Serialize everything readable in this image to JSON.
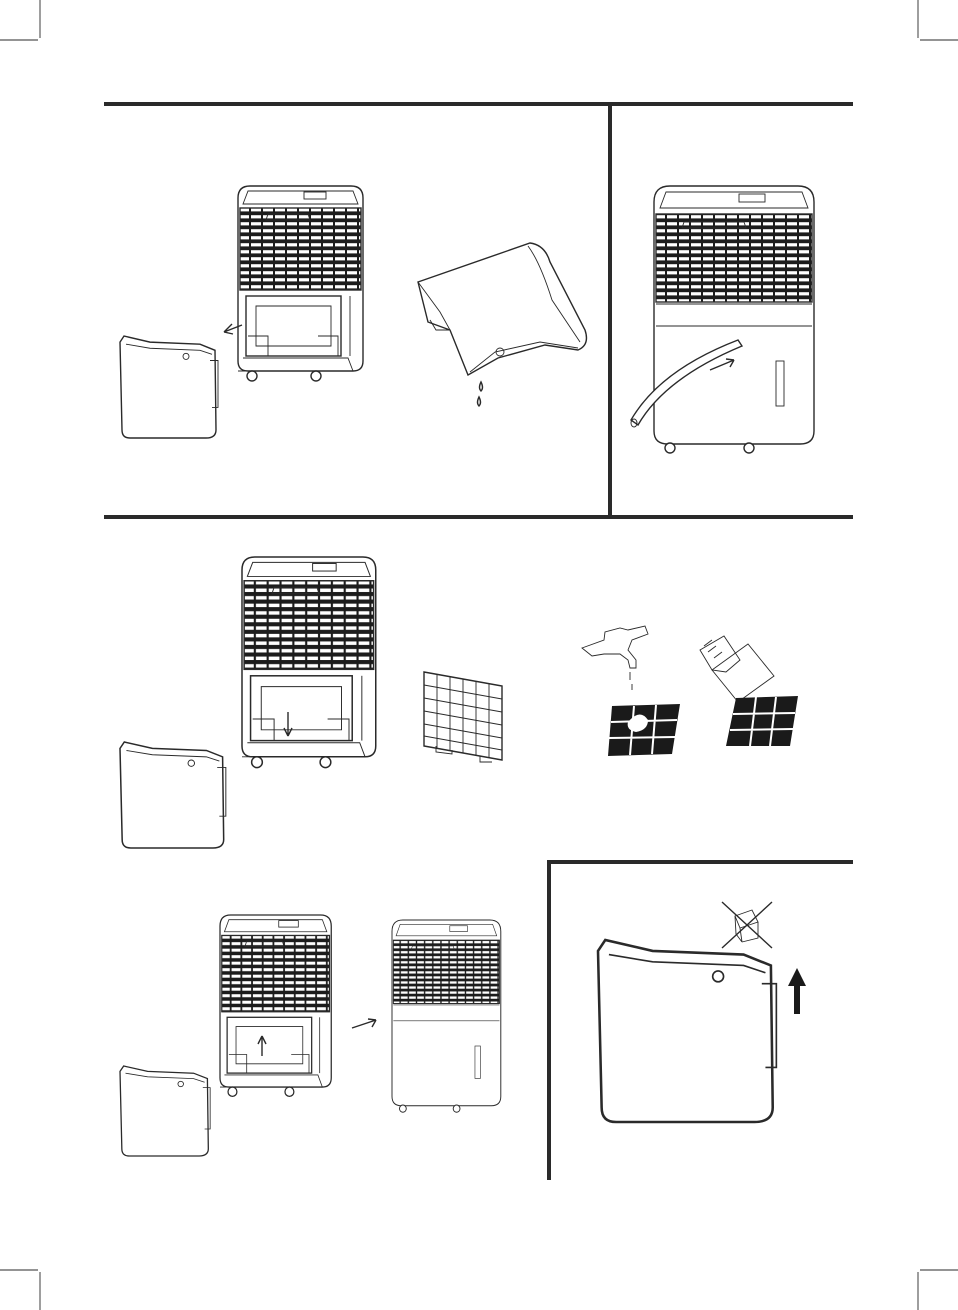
{
  "colors": {
    "ink": "#2a2a2a",
    "paper": "#ffffff",
    "fill_dark": "#1a1a1a"
  },
  "panels": [
    {
      "id": "empty-tank",
      "icons": [
        "dehumidifier-open-icon",
        "water-tank-icon",
        "tank-cover-drip-icon",
        "insert-arrow-icon"
      ]
    },
    {
      "id": "continuous-drain",
      "icons": [
        "dehumidifier-closed-icon",
        "drain-hose-icon",
        "arrow-icon"
      ]
    },
    {
      "id": "remove-filter",
      "icons": [
        "dehumidifier-open-icon",
        "water-tank-icon",
        "air-filter-icon",
        "down-arrow-icon"
      ]
    },
    {
      "id": "clean-filter",
      "icons": [
        "faucet-icon",
        "filter-wash-icon",
        "cloth-icon",
        "filter-dry-icon"
      ]
    },
    {
      "id": "reinstall",
      "icons": [
        "dehumidifier-open-icon",
        "water-tank-icon",
        "up-arrow-icon",
        "dehumidifier-closed-icon",
        "right-arrow-icon"
      ]
    },
    {
      "id": "tank-no-load",
      "icons": [
        "water-tank-icon",
        "crossed-box-icon",
        "up-arrow-icon"
      ]
    }
  ]
}
